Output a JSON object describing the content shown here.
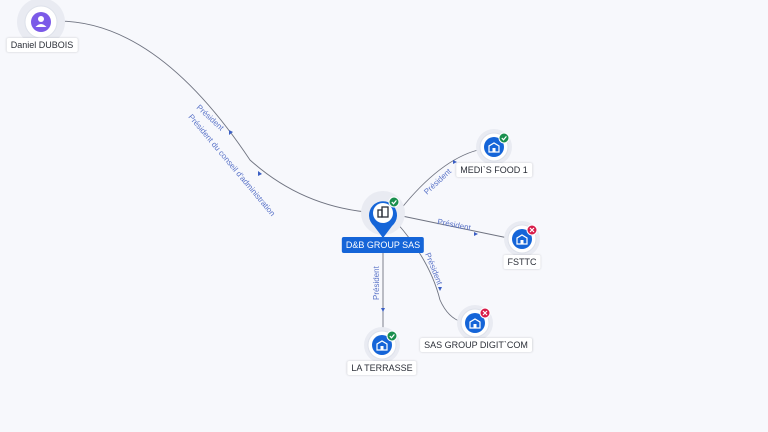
{
  "colors": {
    "company_blue": "#1565d8",
    "person_purple": "#7b5ae8",
    "status_active": "#1a8f4e",
    "status_closed": "#d81c4a",
    "edge": "#6f7380",
    "edge_label": "#5b74c8"
  },
  "nodes": {
    "person": {
      "label": "Daniel DUBOIS",
      "icon": "person-icon"
    },
    "main": {
      "label": "D&B GROUP SAS",
      "icon": "building-icon",
      "status": "active"
    },
    "medis": {
      "label": "MEDI`S FOOD 1",
      "icon": "building-icon",
      "status": "active"
    },
    "fsttc": {
      "label": "FSTTC",
      "icon": "building-icon",
      "status": "closed"
    },
    "sas_digit": {
      "label": "SAS GROUP DIGIT`COM",
      "icon": "building-icon",
      "status": "closed"
    },
    "terrasse": {
      "label": "LA TERRASSE",
      "icon": "building-icon",
      "status": "active"
    }
  },
  "edges": {
    "person_main": {
      "label_line1": "Président",
      "label_line2": "Président du conseil d'administration"
    },
    "main_medis": {
      "label": "Président"
    },
    "main_fsttc": {
      "label": "Président"
    },
    "main_sas_digit": {
      "label": "Président"
    },
    "main_terrasse": {
      "label": "Président"
    }
  }
}
